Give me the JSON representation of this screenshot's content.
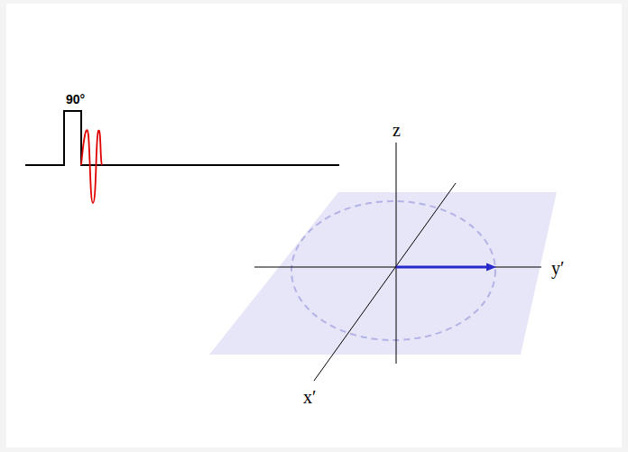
{
  "diagram": {
    "labels": [
      "90°",
      "z",
      "y′",
      "x′"
    ]
  }
}
